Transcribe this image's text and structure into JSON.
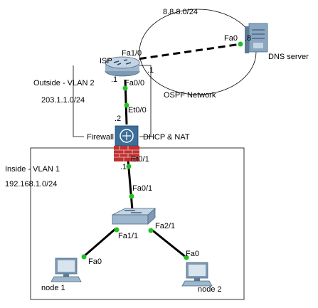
{
  "networks": {
    "public": "8.8.8.0/24",
    "outside_vlan": "Outside - VLAN 2",
    "outside_subnet": "203.1.1.0/24",
    "ospf": "OSPF Network",
    "inside_vlan": "Inside - VLAN 1",
    "inside_subnet": "192.168.1.0/24"
  },
  "devices": {
    "isp": "ISP",
    "dns": "DNS server",
    "firewall": "Firewall",
    "firewall_role": "DHCP & NAT",
    "node1": "node 1",
    "node2": "node 2"
  },
  "interfaces": {
    "isp_fa1_0": "Fa1/0",
    "isp_fa0_0": "Fa0/0",
    "dns_fa0": "Fa0",
    "fw_et0_0": "Et0/0",
    "fw_et0_1": "Et0/1",
    "sw_fa0_1": "Fa0/1",
    "sw_fa1_1": "Fa1/1",
    "sw_fa2_1": "Fa2/1",
    "node1_fa0": "Fa0",
    "node2_fa0": "Fa0"
  },
  "host_ids": {
    "isp_outside": ".1",
    "isp_public": ".1",
    "dns": ".8",
    "fw_outside": ".2",
    "fw_inside": ".1"
  },
  "colors": {
    "link": "#000000",
    "port_up": "#22c022",
    "router_body": "#9fb7cc",
    "firewall_body": "#3d6e9a",
    "firewall_brick": "#c03030",
    "switch_body": "#9fb7cc",
    "server_body": "#8aa6c0"
  }
}
